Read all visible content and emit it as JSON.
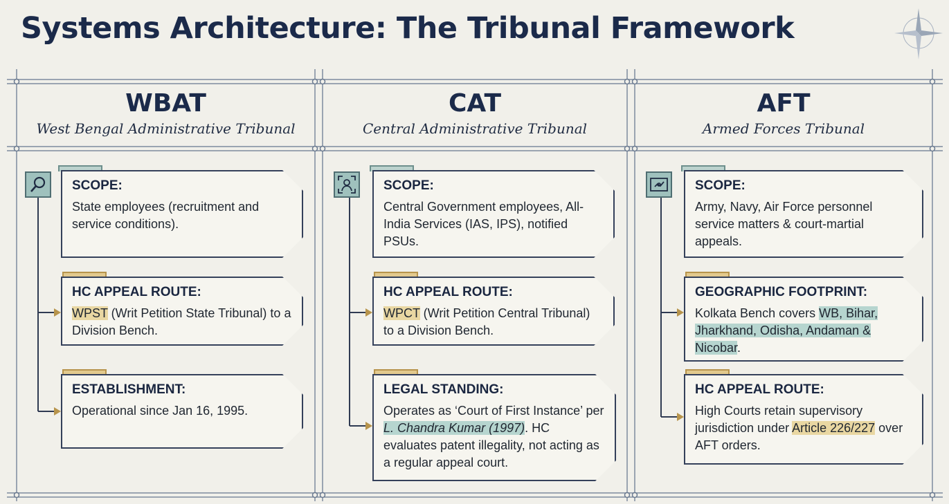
{
  "title": "Systems Architecture: The Tribunal Framework",
  "columns": [
    {
      "abbr": "WBAT",
      "full_name": "West Bengal Administrative Tribunal",
      "icon": "magnifier-icon",
      "cards": [
        {
          "heading": "SCOPE:",
          "body": "State employees (recruitment and service conditions)."
        },
        {
          "heading": "HC APPEAL ROUTE:",
          "highlight": "WPST",
          "body": " (Writ Petition State Tribunal) to a Division Bench."
        },
        {
          "heading": "ESTABLISHMENT:",
          "body": "Operational since Jan 16, 1995."
        }
      ]
    },
    {
      "abbr": "CAT",
      "full_name": "Central Administrative Tribunal",
      "icon": "person-scan-icon",
      "cards": [
        {
          "heading": "SCOPE:",
          "body": "Central Government employees, All-India Services (IAS, IPS), notified PSUs."
        },
        {
          "heading": "HC APPEAL ROUTE:",
          "highlight": "WPCT",
          "body": " (Writ Petition Central Tribunal) to a Division Bench."
        },
        {
          "heading": "LEGAL STANDING:",
          "body_pre": "Operates as ‘Court of First Instance’ per ",
          "highlight": "L. Chandra Kumar (1997)",
          "body_post": ". HC evaluates patent illegality, not acting as a regular appeal court."
        }
      ]
    },
    {
      "abbr": "AFT",
      "full_name": "Armed Forces Tribunal",
      "icon": "map-icon",
      "cards": [
        {
          "heading": "SCOPE:",
          "body": "Army, Navy, Air Force personnel service matters & court-martial appeals."
        },
        {
          "heading": "GEOGRAPHIC FOOTPRINT:",
          "body_pre": "Kolkata Bench covers ",
          "highlight": "WB, Bihar, Jharkhand, Odisha, Andaman & Nicobar",
          "body_post": "."
        },
        {
          "heading": "HC APPEAL ROUTE:",
          "body_pre": "High Courts retain supervisory jurisdiction under ",
          "highlight": "Article 226/227",
          "body_post": " over AFT orders."
        }
      ]
    }
  ],
  "colors": {
    "navy": "#1b2a4a",
    "teal": "#9fc1bd",
    "gold": "#c9a45a",
    "paper": "#f1f0ea"
  }
}
